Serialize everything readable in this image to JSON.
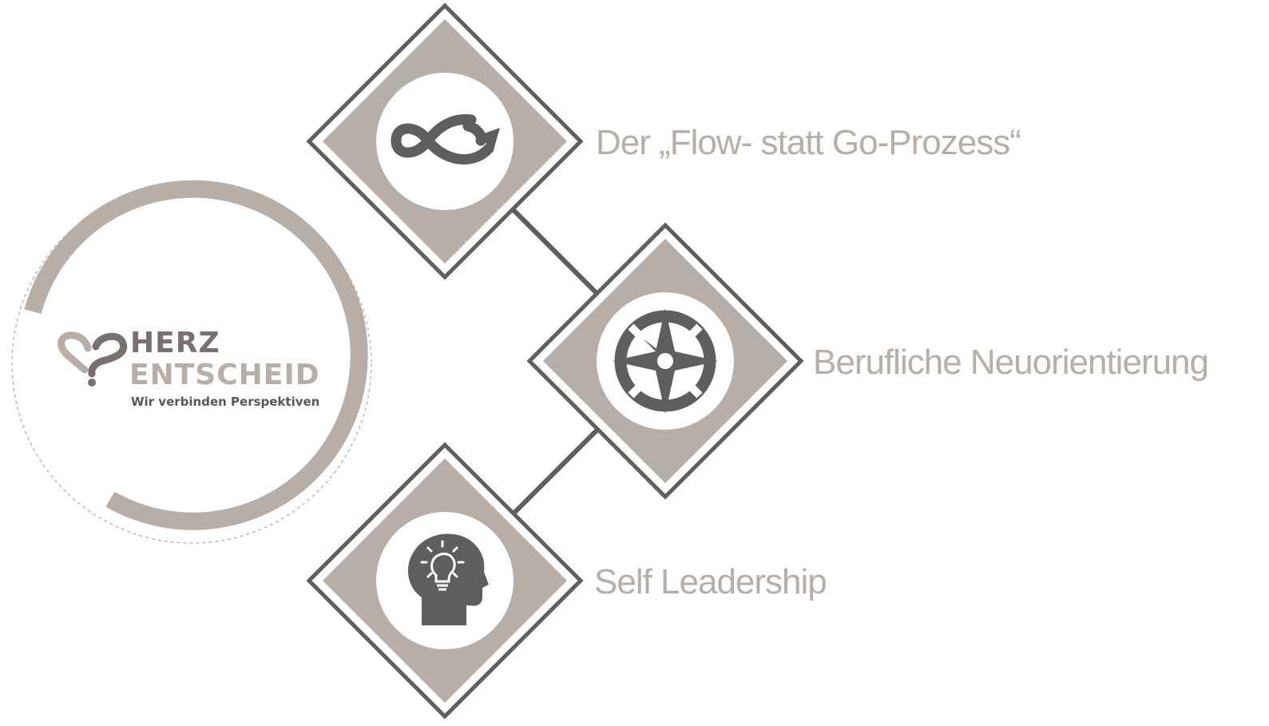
{
  "colors": {
    "taupe": "#b8aea8",
    "dark_gray": "#5e5e5c",
    "white": "#ffffff",
    "logo_dark": "#7a7070"
  },
  "logo": {
    "line1": "HERZ",
    "line2": "ENTSCHEID",
    "tagline": "Wir verbinden Perspektiven",
    "icon": "heart-question-icon"
  },
  "topics": [
    {
      "label": "Der „Flow- statt Go-Prozess“",
      "icon": "infinity-icon"
    },
    {
      "label": "Berufliche Neuorientierung",
      "icon": "compass-icon"
    },
    {
      "label": "Self Leadership",
      "icon": "head-lightbulb-icon"
    }
  ]
}
